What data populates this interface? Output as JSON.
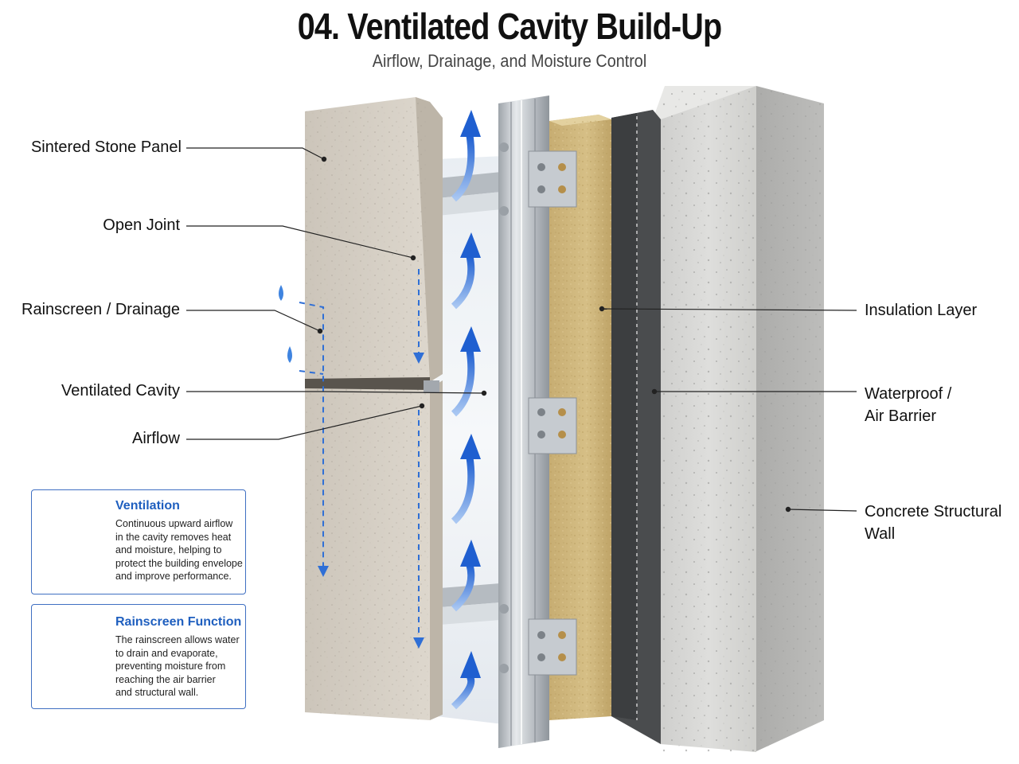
{
  "header": {
    "title": "04. Ventilated Cavity Build-Up",
    "subtitle": "Airflow, Drainage, and Moisture Control"
  },
  "labels_left": {
    "stone_panel": "Sintered Stone Panel",
    "open_joint": "Open Joint",
    "rainscreen": "Rainscreen / Drainage",
    "cavity": "Ventilated Cavity",
    "airflow": "Airflow"
  },
  "labels_right": {
    "insulation": "Insulation Layer",
    "barrier_line1": "Waterproof /",
    "barrier_line2": "Air Barrier",
    "concrete_line1": "Concrete Structural",
    "concrete_line2": "Wall"
  },
  "info_boxes": {
    "ventilation": {
      "title": "Ventilation",
      "lines": [
        "Continuous upward airflow",
        "in the cavity removes heat",
        "and moisture, helping to",
        "protect the building envelope",
        "and improve performance."
      ]
    },
    "rainscreen": {
      "title": "Rainscreen Function",
      "lines": [
        "The rainscreen allows water",
        "to drain and evaporate,",
        "preventing moisture from",
        "reaching the air barrier",
        "and structural wall."
      ]
    }
  },
  "colors": {
    "stone": "#d8d2c8",
    "concrete": "#d7d7d5",
    "insulation": "#cdb47a",
    "barrier": "#4a4c4e",
    "rail": "#c9ced3",
    "airflow_arrow": "#2f6fd6",
    "accent_blue": "#1f5fbf"
  },
  "icons": [
    "airflow-waves-icon",
    "water-drop-icon",
    "up-arrow-icon",
    "drain-arrow-icon"
  ]
}
